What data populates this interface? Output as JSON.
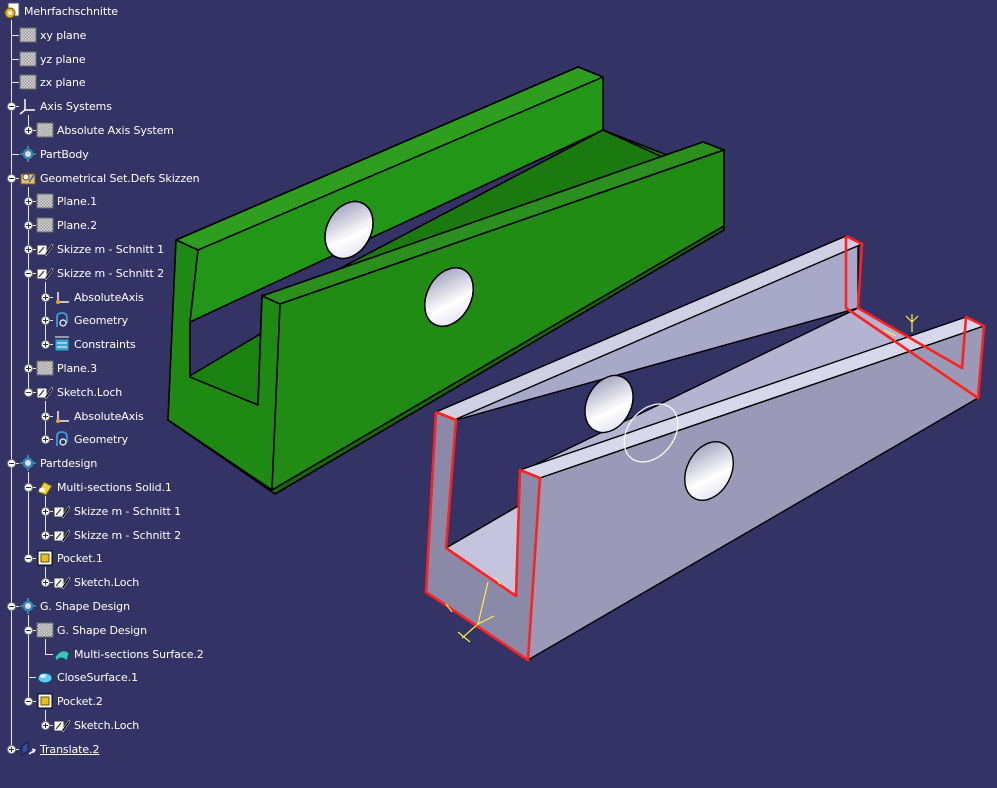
{
  "tree": {
    "nodes": [
      {
        "label": "Mehrfachschnitte",
        "level": 0,
        "icon": "part-document-icon",
        "toggle": "none"
      },
      {
        "label": "xy plane",
        "level": 1,
        "icon": "plane-icon",
        "toggle": "none"
      },
      {
        "label": "yz plane",
        "level": 1,
        "icon": "plane-icon",
        "toggle": "none"
      },
      {
        "label": "zx plane",
        "level": 1,
        "icon": "plane-icon",
        "toggle": "none"
      },
      {
        "label": "Axis Systems",
        "level": 1,
        "icon": "axis-system-icon",
        "toggle": "minus"
      },
      {
        "label": "Absolute Axis System",
        "level": 2,
        "icon": "plane-icon",
        "toggle": "plus"
      },
      {
        "label": "PartBody",
        "level": 1,
        "icon": "part-body-icon",
        "toggle": "none"
      },
      {
        "label": "Geometrical Set.Defs Skizzen",
        "level": 1,
        "icon": "geometrical-set-icon",
        "toggle": "minus"
      },
      {
        "label": "Plane.1",
        "level": 2,
        "icon": "plane-icon",
        "toggle": "plus"
      },
      {
        "label": "Plane.2",
        "level": 2,
        "icon": "plane-icon",
        "toggle": "plus"
      },
      {
        "label": "Skizze m - Schnitt 1",
        "level": 2,
        "icon": "sketch-icon",
        "toggle": "plus"
      },
      {
        "label": "Skizze m - Schnitt 2",
        "level": 2,
        "icon": "sketch-icon",
        "toggle": "minus"
      },
      {
        "label": "AbsoluteAxis",
        "level": 3,
        "icon": "absolute-axis-icon",
        "toggle": "plus"
      },
      {
        "label": "Geometry",
        "level": 3,
        "icon": "geometry-icon",
        "toggle": "plus"
      },
      {
        "label": "Constraints",
        "level": 3,
        "icon": "constraints-icon",
        "toggle": "plus"
      },
      {
        "label": "Plane.3",
        "level": 2,
        "icon": "plane-icon",
        "toggle": "plus"
      },
      {
        "label": "Sketch.Loch",
        "level": 2,
        "icon": "sketch-icon",
        "toggle": "minus"
      },
      {
        "label": "AbsoluteAxis",
        "level": 3,
        "icon": "absolute-axis-icon",
        "toggle": "plus"
      },
      {
        "label": "Geometry",
        "level": 3,
        "icon": "geometry-icon",
        "toggle": "plus"
      },
      {
        "label": "Partdesign",
        "level": 1,
        "icon": "part-body-icon",
        "toggle": "minus"
      },
      {
        "label": "Multi-sections Solid.1",
        "level": 2,
        "icon": "multi-sections-solid-icon",
        "toggle": "minus"
      },
      {
        "label": "Skizze m - Schnitt 1",
        "level": 3,
        "icon": "sketch-icon",
        "toggle": "plus"
      },
      {
        "label": "Skizze m - Schnitt 2",
        "level": 3,
        "icon": "sketch-icon",
        "toggle": "plus"
      },
      {
        "label": "Pocket.1",
        "level": 2,
        "icon": "pocket-icon",
        "toggle": "minus"
      },
      {
        "label": "Sketch.Loch",
        "level": 3,
        "icon": "sketch-icon",
        "toggle": "plus"
      },
      {
        "label": "G. Shape Design",
        "level": 1,
        "icon": "part-body-icon",
        "toggle": "minus"
      },
      {
        "label": "G. Shape Design",
        "level": 2,
        "icon": "plane-icon",
        "toggle": "minus"
      },
      {
        "label": "Multi-sections Surface.2",
        "level": 3,
        "icon": "multi-sections-surface-icon",
        "toggle": "none"
      },
      {
        "label": "CloseSurface.1",
        "level": 2,
        "icon": "close-surface-icon",
        "toggle": "none"
      },
      {
        "label": "Pocket.2",
        "level": 2,
        "icon": "pocket-icon",
        "toggle": "minus"
      },
      {
        "label": "Sketch.Loch",
        "level": 3,
        "icon": "sketch-icon",
        "toggle": "plus"
      },
      {
        "label": "Translate.2",
        "level": 1,
        "icon": "translate-icon",
        "toggle": "plus",
        "underline": true
      }
    ]
  },
  "colors": {
    "background": "#333366",
    "green_part": "#1e7a12",
    "grey_part": "#9494b4",
    "highlight_edge": "#ff2020",
    "axis_yellow": "#ffee44"
  }
}
